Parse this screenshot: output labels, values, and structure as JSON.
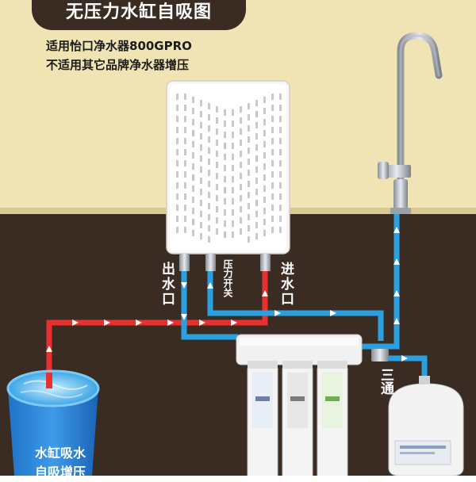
{
  "title": "无压力水缸自吸图",
  "subtitle_lines": [
    "适用怡口净水器800GPRO",
    "不适用其它品牌净水器增压"
  ],
  "ports": {
    "outlet": "出水口",
    "pressure_switch": "压力开关",
    "inlet": "进水口"
  },
  "tee": "三通",
  "tank_label": [
    "水缸吸水",
    "自吸增压"
  ],
  "colors": {
    "wall": "#f1e4b4",
    "floor": "#3a2c22",
    "hot_pipe": "#e8302e",
    "cold_pipe": "#2aa0e0",
    "title_bg": "#3a2c22"
  }
}
